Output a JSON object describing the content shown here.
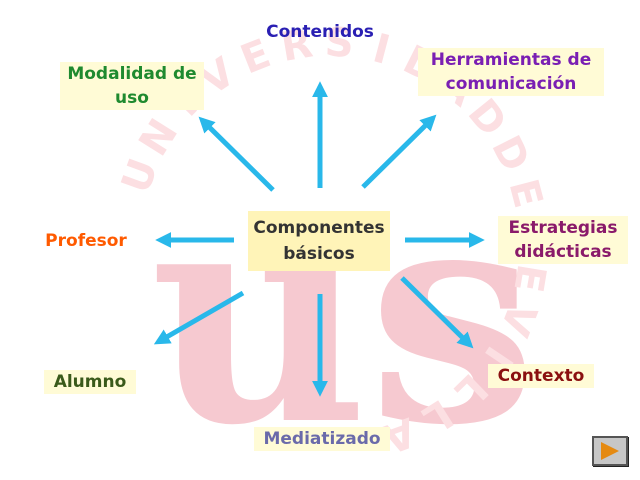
{
  "center": {
    "line1": "Componentes",
    "line2": "básicos"
  },
  "nodes": {
    "contenidos": {
      "text": "Contenidos",
      "color": "#2a1fb3"
    },
    "herramientas": {
      "line1": "Herramientas de",
      "line2": "comunicación",
      "color": "#7a1fb3"
    },
    "estrategias": {
      "line1": "Estrategias",
      "line2": "didácticas",
      "color": "#8a1a6a"
    },
    "contexto": {
      "text": "Contexto",
      "color": "#8a1010"
    },
    "mediatizado": {
      "text": "Mediatizado",
      "color": "#6a6aaa"
    },
    "alumno": {
      "text": "Alumno",
      "color": "#3a5a1a"
    },
    "profesor": {
      "text": "Profesor",
      "color": "#ff5a00"
    },
    "modalidad": {
      "line1": "Modalidad de",
      "line2": "uso",
      "color": "#1f8a2f"
    }
  },
  "watermark": {
    "letters": "UNIVERSIDADDESEVILLA",
    "logo": "us"
  },
  "colors": {
    "arrow": "#29b8ea",
    "watermark": "#fcdfe2",
    "watermark_logo": "#f6c9d0"
  },
  "nav": {
    "next_icon": "triangle-right-icon"
  }
}
